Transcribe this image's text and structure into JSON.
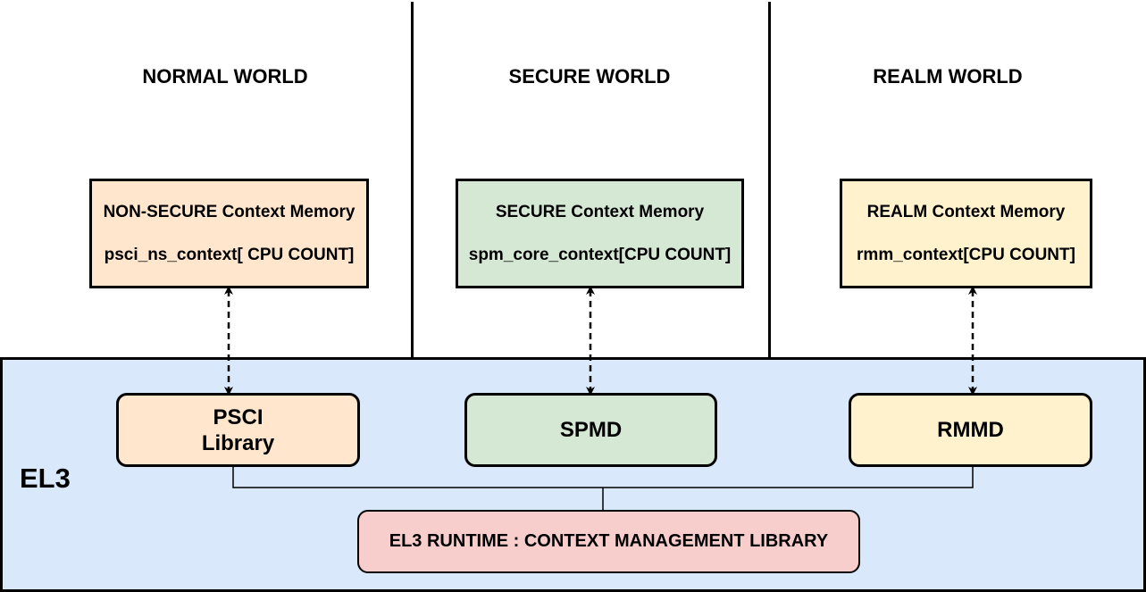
{
  "worlds": [
    {
      "title": "NORMAL WORLD",
      "context_memory_title": "NON-SECURE Context Memory",
      "context_memory_array": "psci_ns_context[ CPU COUNT]",
      "fill": "#ffe6cc"
    },
    {
      "title": "SECURE WORLD",
      "context_memory_title": "SECURE Context Memory",
      "context_memory_array": "spm_core_context[CPU COUNT]",
      "fill": "#d5e8d4"
    },
    {
      "title": "REALM WORLD",
      "context_memory_title": "REALM Context Memory",
      "context_memory_array": "rmm_context[CPU COUNT]",
      "fill": "#fff2cc"
    }
  ],
  "el3": {
    "label": "EL3",
    "fill": "#dae8fc",
    "modules": [
      {
        "line1": "PSCI",
        "line2": "Library"
      },
      {
        "label": "SPMD"
      },
      {
        "label": "RMMD"
      }
    ],
    "runtime": {
      "label": "EL3 RUNTIME : CONTEXT MANAGEMENT LIBRARY",
      "fill": "#f8cecc"
    }
  }
}
